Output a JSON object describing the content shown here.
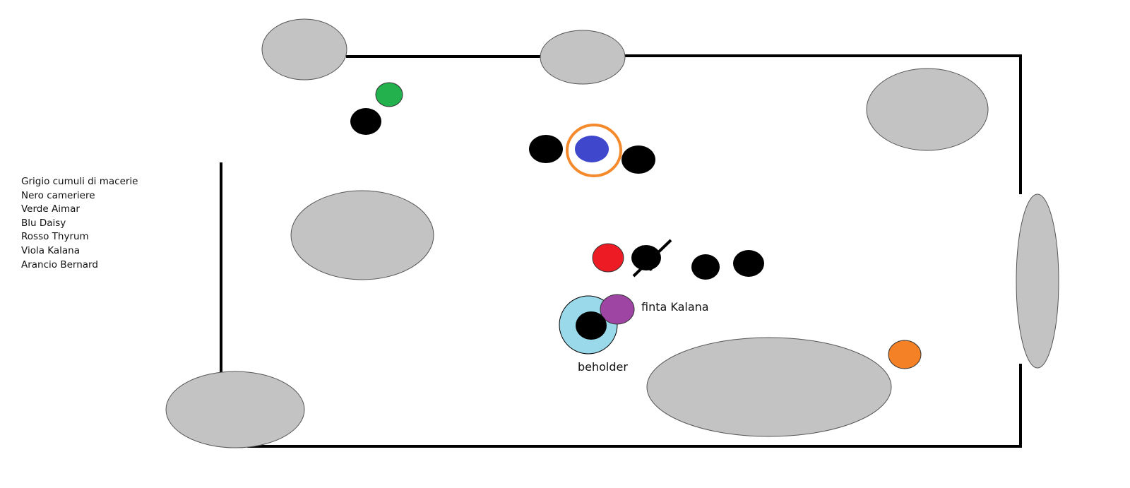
{
  "legend": {
    "items": [
      "Grigio cumuli di macerie",
      "Nero cameriere",
      "Verde Aimar",
      "Blu Daisy",
      "Rosso Thyrum",
      "Viola Kalana",
      "Arancio Bernard"
    ]
  },
  "labels": {
    "fake_kalana": "finta Kalana",
    "beholder": "beholder"
  },
  "colors": {
    "rubble": "#c3c3c3",
    "waiter": "#000000",
    "aimar": "#22b14c",
    "daisy": "#3f48cc",
    "daisy_ring": "#f58a2c",
    "thyrum": "#ed1c24",
    "kalana": "#9e45a3",
    "bernard": "#f48125",
    "beholder_aura": "#99d9ea"
  }
}
